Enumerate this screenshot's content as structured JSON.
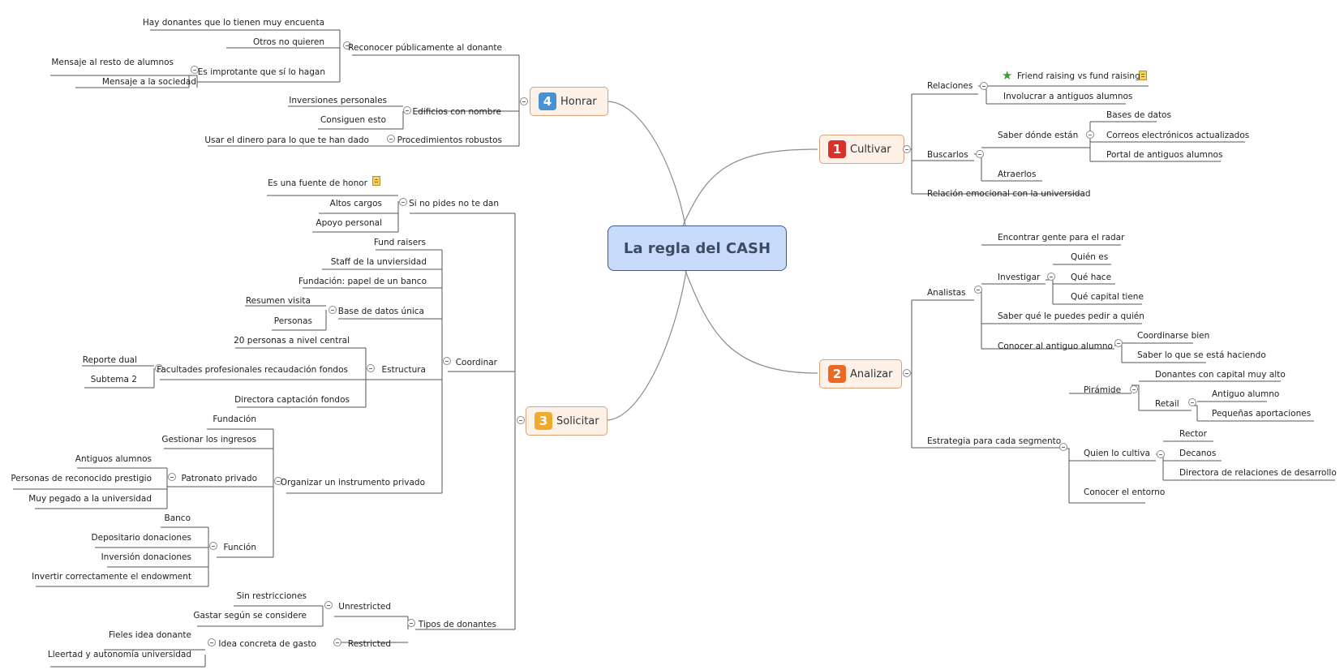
{
  "colors": {
    "cultivar": "#d8322b",
    "analizar": "#ea6a25",
    "solicitar": "#eeab2f",
    "honrar": "#4a90d2",
    "center_fill": "#c8dbfa"
  },
  "center": {
    "title": "La regla del CASH"
  },
  "branches": {
    "cultivar": {
      "num": "1",
      "label": "Cultivar"
    },
    "analizar": {
      "num": "2",
      "label": "Analizar"
    },
    "solicitar": {
      "num": "3",
      "label": "Solicitar"
    },
    "honrar": {
      "num": "4",
      "label": "Honrar"
    }
  },
  "icons": {
    "star": "star-icon",
    "note": "note-icon",
    "collapse": "collapse-icon"
  },
  "nodes": {
    "relaciones": "Relaciones",
    "friend": "Friend raising vs fund raising",
    "involucrar": "Involucrar a antiguos alumnos",
    "buscarlos": "Buscarlos",
    "saber_donde": "Saber dónde están",
    "bases": "Bases de datos",
    "correos": "Correos electrónicos actualizados",
    "portal": "Portal de antiguos alumnos",
    "atraerlos": "Atraerlos",
    "relacion_emocional": "Relación emocional con la universidad",
    "analistas": "Analistas",
    "encontrar": "Encontrar gente para el radar",
    "investigar": "Investigar",
    "quien_es": "Quién es",
    "que_hace": "Qué hace",
    "que_capital": "Qué capital tiene",
    "saber_que": "Saber qué le puedes pedir a quién",
    "conocer_antiguo": "Conocer al antiguo alumno",
    "coordinarse": "Coordinarse bien",
    "saber_lo_que": "Saber lo que se está haciendo",
    "estrategia": "Estrategia para cada segmento",
    "piramide": "Pirámide",
    "donantes_alto": "Donantes con capital muy alto",
    "retail": "Retail",
    "antiguo_alumno": "Antiguo alumno",
    "pequenas": "Pequeñas aportaciones",
    "quien_cultiva": "Quien lo cultiva",
    "rector": "Rector",
    "decanos": "Decanos",
    "directora_rel": "Directora de relaciones de desarrollo",
    "conocer_entorno": "Conocer el entorno",
    "reconocer": "Reconocer públicamente al donante",
    "hay_donantes": "Hay donantes que lo tienen muy encuenta",
    "otros_no": "Otros no quieren",
    "es_improtante": "Es improtante que sí lo hagan",
    "mensaje_resto": "Mensaje al resto de alumnos",
    "mensaje_sociedad": "Mensaje a la sociedad",
    "edificios": "Edificios con nombre",
    "inversiones_personales": "Inversiones personales",
    "consiguen": "Consiguen esto",
    "procedimientos": "Procedimientos robustos",
    "usar_dinero": "Usar el dinero para lo que te han dado",
    "si_no_pides": "Si no pides no te dan",
    "fuente_honor": "Es una fuente de honor",
    "altos_cargos": "Altos cargos",
    "apoyo_personal": "Apoyo personal",
    "coordinar": "Coordinar",
    "fund_raisers": "Fund raisers",
    "staff": "Staff de la unviersidad",
    "fundacion_banco": "Fundación: papel de un banco",
    "base_unica": "Base de datos única",
    "resumen_visita": "Resumen visita",
    "personas": "Personas",
    "estructura": "Estructura",
    "veinte_personas": "20 personas a nivel central",
    "facultades": "Facultades profesionales recaudación fondos",
    "reporte_dual": "Reporte dual",
    "subtema2": "Subtema 2",
    "directora_captacion": "Directora captación fondos",
    "organizar": "Organizar un instrumento privado",
    "fundacion": "Fundación",
    "gestionar": "Gestionar los ingresos",
    "patronato": "Patronato privado",
    "antiguos_alumnos": "Antiguos alumnos",
    "personas_prestigio": "Personas de reconocido prestigio",
    "muy_pegado": "Muy pegado a la universidad",
    "funcion": "Función",
    "banco": "Banco",
    "depositario": "Depositario donaciones",
    "inversion_don": "Inversión donaciones",
    "invertir": "Invertir correctamente el endowment",
    "tipos": "Tipos de donantes",
    "unrestricted": "Unrestricted",
    "sin_restricciones": "Sin restricciones",
    "gastar": "Gastar según se considere",
    "restricted": "Restricted",
    "idea_concreta": "Idea concreta de gasto",
    "fieles": "Fieles idea donante",
    "lleertad": "Lleertad y autonomía universidad"
  }
}
